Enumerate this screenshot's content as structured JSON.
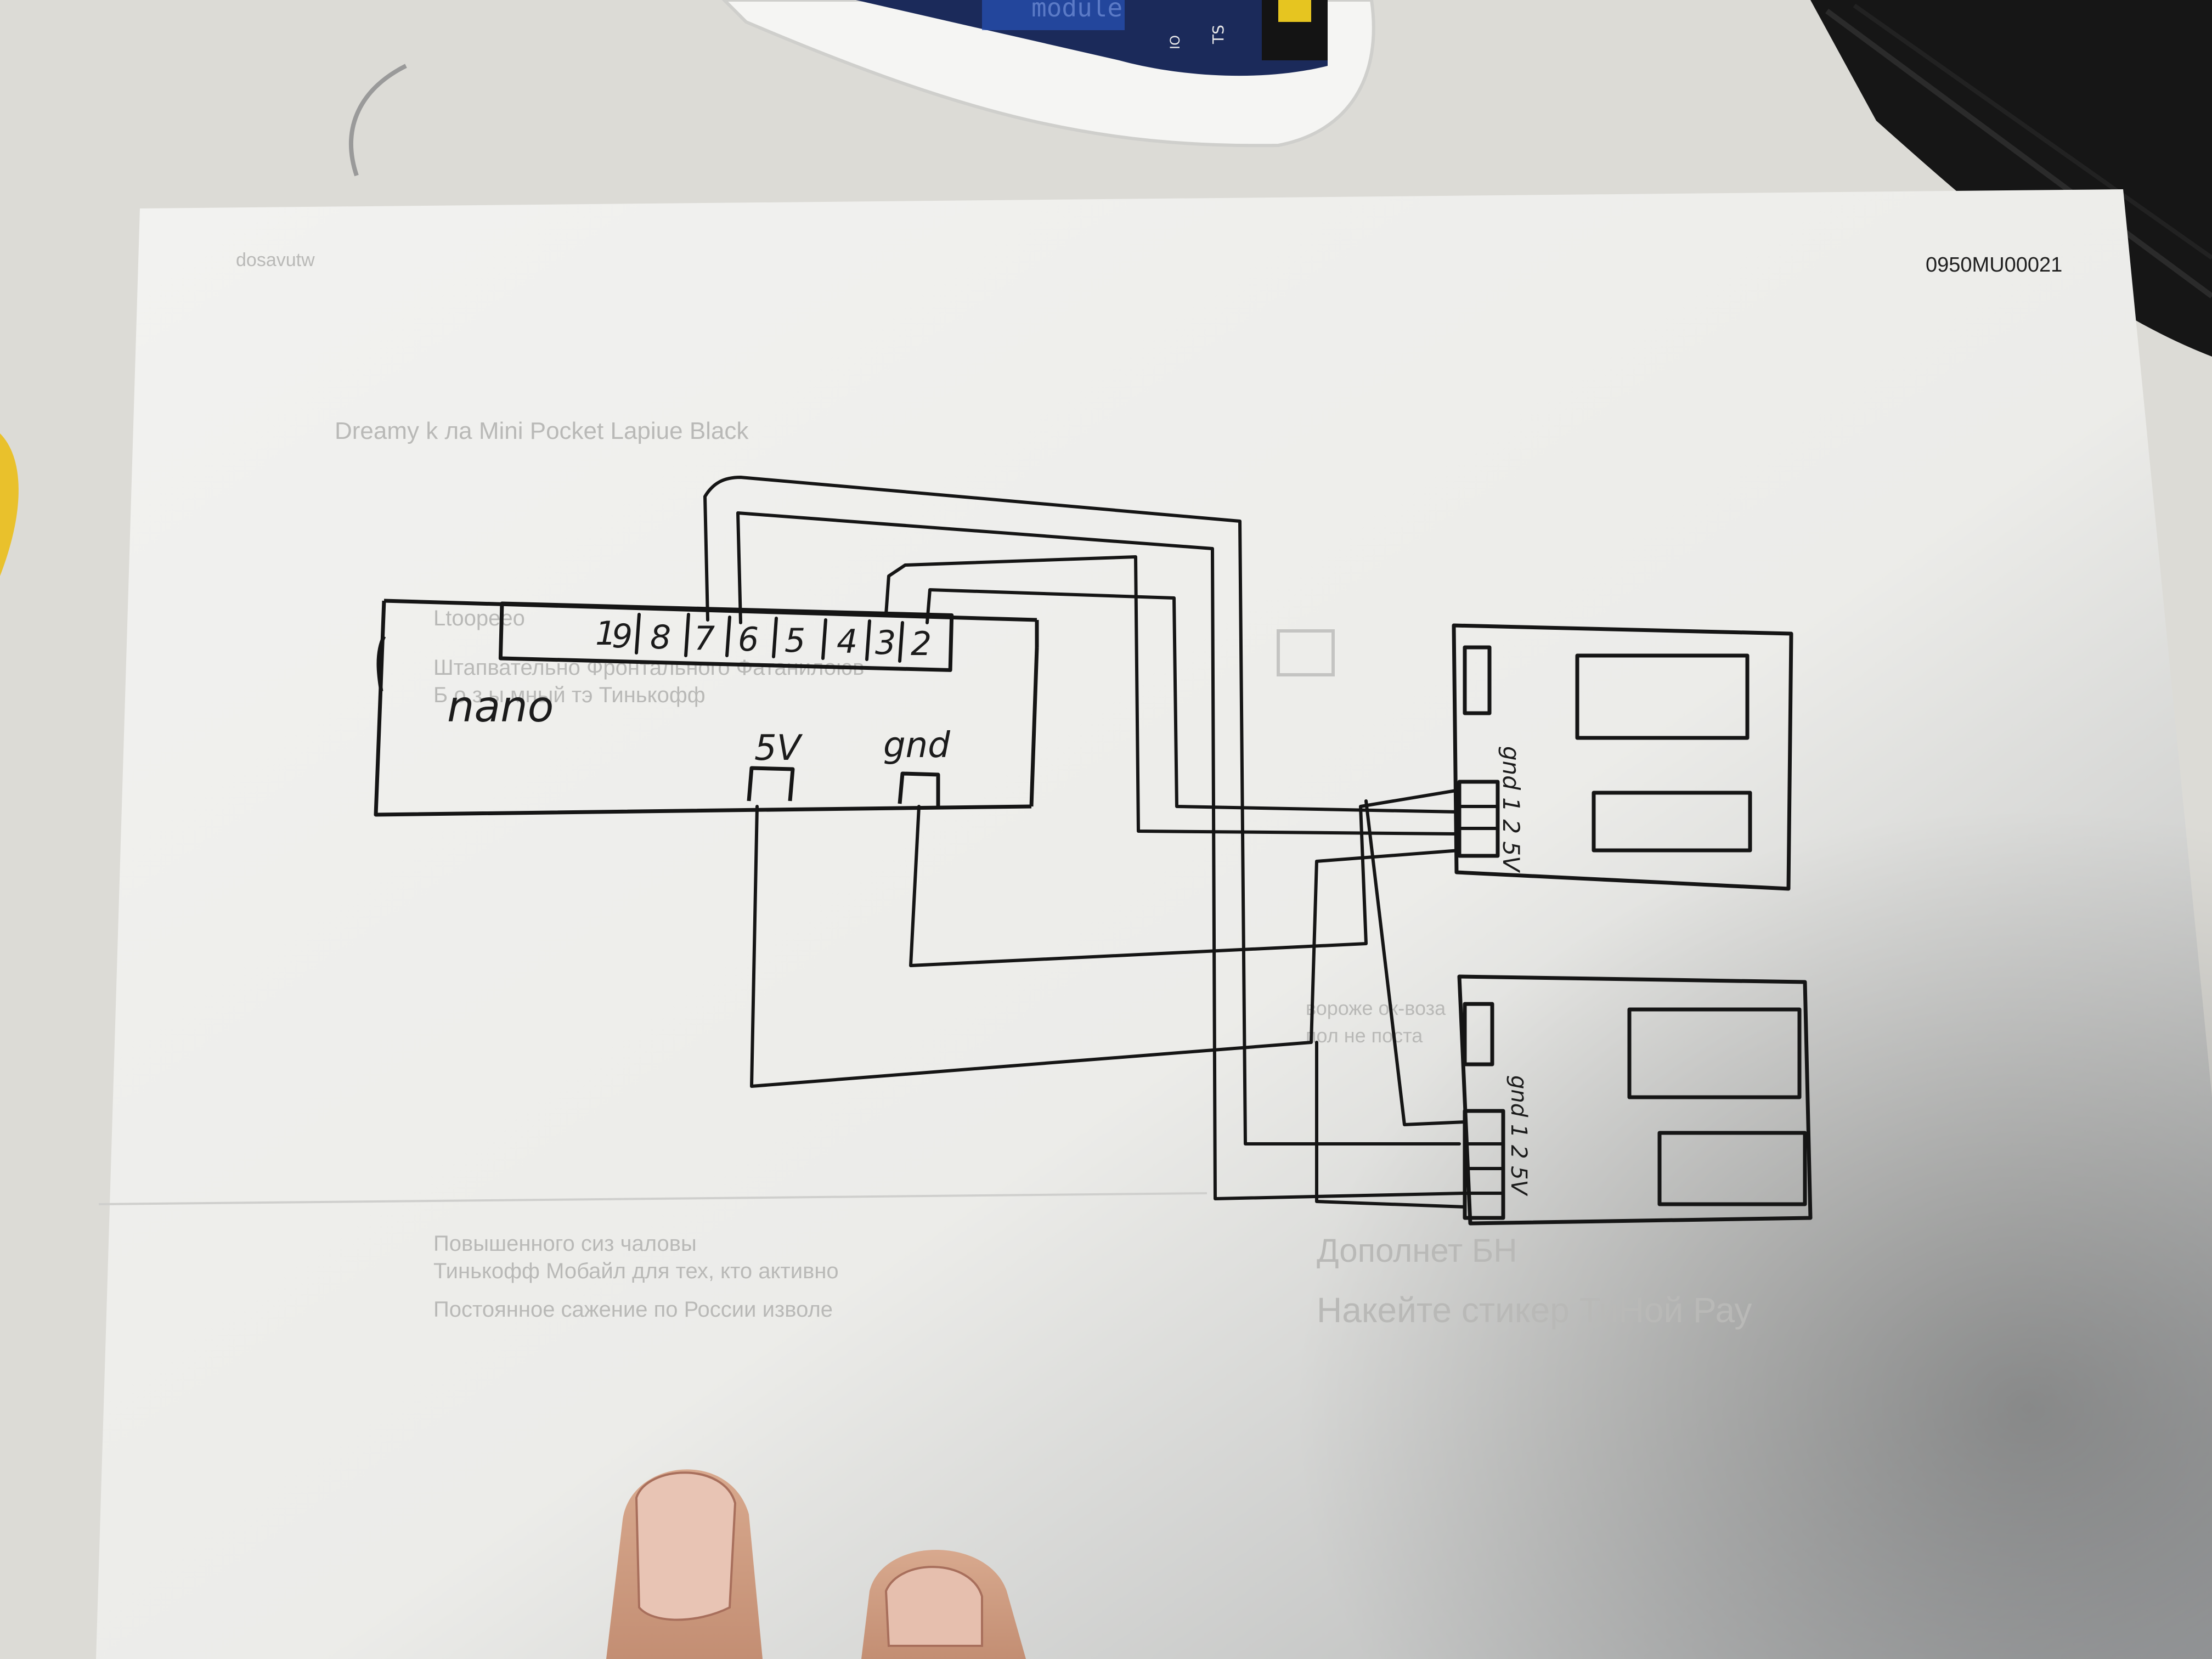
{
  "header_codes": {
    "left": "dosavutw",
    "right": "0950MU00021"
  },
  "board_module": {
    "label": "module",
    "marks": [
      "TS",
      "IO"
    ]
  },
  "nano_board": {
    "label": "nano",
    "pins": [
      "1",
      "9",
      "8",
      "7",
      "6",
      "5",
      "4",
      "3",
      "2"
    ],
    "power_5v_label": "5V",
    "gnd_label": "gnd"
  },
  "relay_top": {
    "pin_labels": "gnd 1 2 5V"
  },
  "relay_bottom": {
    "pin_labels": "gnd 1 2 5V"
  },
  "bleed_through_text": [
    "Dreamy k ла Mini Pocket Lapiue Black",
    "Ltoopeeo",
    "Штапвательно Фронтального Фатанилоюв",
    "Б о з ы мный тэ Тинькофф",
    "вороже ок-воза",
    "пол не поста",
    "Повышенного сиз чаловы",
    "Тинькофф Мобайл для тех, кто активно",
    "Постоянное сажение по России изволе",
    "Накейте стикер ТиНой Рау",
    "Дополнет БН"
  ]
}
